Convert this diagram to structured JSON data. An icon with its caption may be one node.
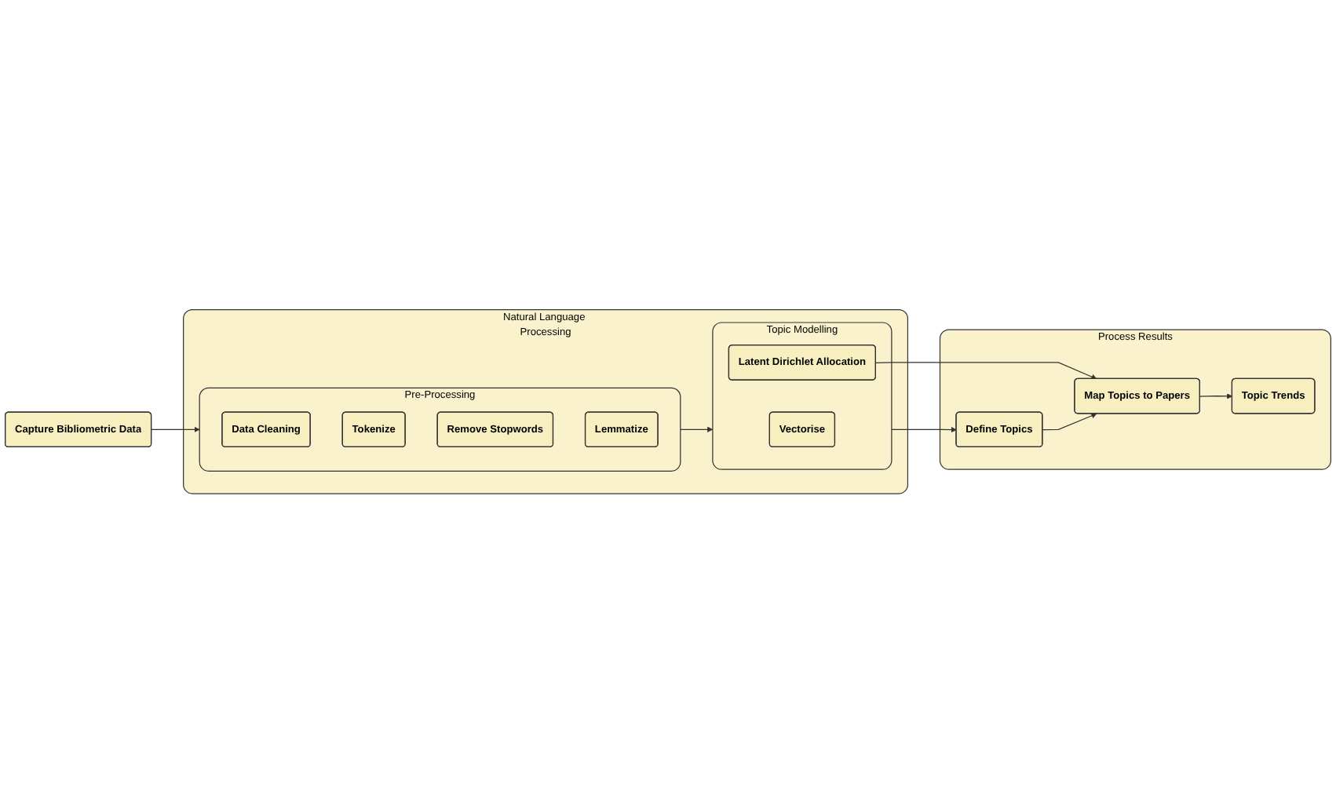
{
  "diagram": {
    "nodes": [
      {
        "text": [
          "Capture Bibliometric Data"
        ]
      },
      {
        "text": [
          "Natural Language Processing"
        ]
      },
      {
        "text": [
          "Pre-Processing"
        ],
        "in": 1
      },
      {
        "text": [
          "Data Cleaning"
        ],
        "in": 2
      },
      {
        "text": [
          "Tokenize"
        ],
        "in": 2
      },
      {
        "text": [
          "Remove Stopwords"
        ],
        "in": 2
      },
      {
        "text": [
          "Lemmatize"
        ],
        "in": 2
      },
      {
        "text": [
          "Topic Modelling"
        ],
        "in": 1
      },
      {
        "text": [
          "Vectorise"
        ],
        "in": 7
      },
      {
        "text": [
          "Latent Dirichlet Allocation"
        ],
        "in": 7
      },
      {
        "text": [
          "Process Results"
        ]
      },
      {
        "text": [
          "Define Topics"
        ],
        "in": 10
      },
      {
        "text": [
          "Map Topics to Papers"
        ],
        "in": 10
      },
      {
        "text": [
          "Topic Trends"
        ],
        "in": 10
      }
    ],
    "edges": [
      {
        "from": 0,
        "to": 2,
        "arrow": "to"
      },
      {
        "from": 2,
        "to": 7,
        "arrow": "to"
      },
      {
        "from": 7,
        "to": 11,
        "arrow": "to"
      },
      {
        "from": 9,
        "to": 12,
        "arrow": "to"
      },
      {
        "from": 11,
        "to": 12,
        "arrow": "to"
      },
      {
        "from": 12,
        "to": 13,
        "arrow": "to"
      }
    ]
  }
}
